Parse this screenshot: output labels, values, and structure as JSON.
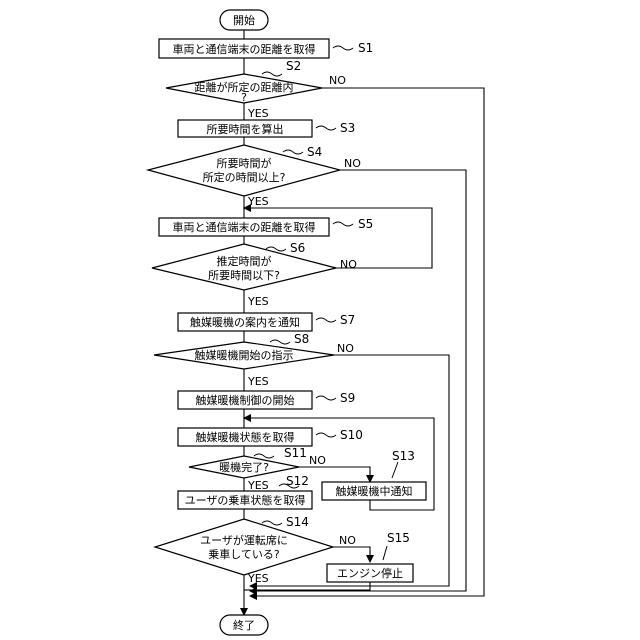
{
  "start": "開始",
  "end": "終了",
  "yes": "YES",
  "no": "NO",
  "steps": {
    "s1": {
      "id": "S1",
      "text": "車両と通信端末の距離を取得"
    },
    "s2": {
      "id": "S2",
      "line1": "距離が所定の距離内",
      "line2": "?"
    },
    "s3": {
      "id": "S3",
      "text": "所要時間を算出"
    },
    "s4": {
      "id": "S4",
      "line1": "所要時間が",
      "line2": "所定の時間以上?"
    },
    "s5": {
      "id": "S5",
      "text": "車両と通信端末の距離を取得"
    },
    "s6": {
      "id": "S6",
      "line1": "推定時間が",
      "line2": "所要時間以下?"
    },
    "s7": {
      "id": "S7",
      "text": "触媒暖機の案内を通知"
    },
    "s8": {
      "id": "S8",
      "text": "触媒暖機開始の指示"
    },
    "s9": {
      "id": "S9",
      "text": "触媒暖機制御の開始"
    },
    "s10": {
      "id": "S10",
      "text": "触媒暖機状態を取得"
    },
    "s11": {
      "id": "S11",
      "text": "暖機完了?"
    },
    "s12": {
      "id": "S12",
      "text": "ユーザの乗車状態を取得"
    },
    "s13": {
      "id": "S13",
      "text": "触媒暖機中通知"
    },
    "s14": {
      "id": "S14",
      "line1": "ユーザが運転席に",
      "line2": "乗車している?"
    },
    "s15": {
      "id": "S15",
      "text": "エンジン停止"
    }
  }
}
